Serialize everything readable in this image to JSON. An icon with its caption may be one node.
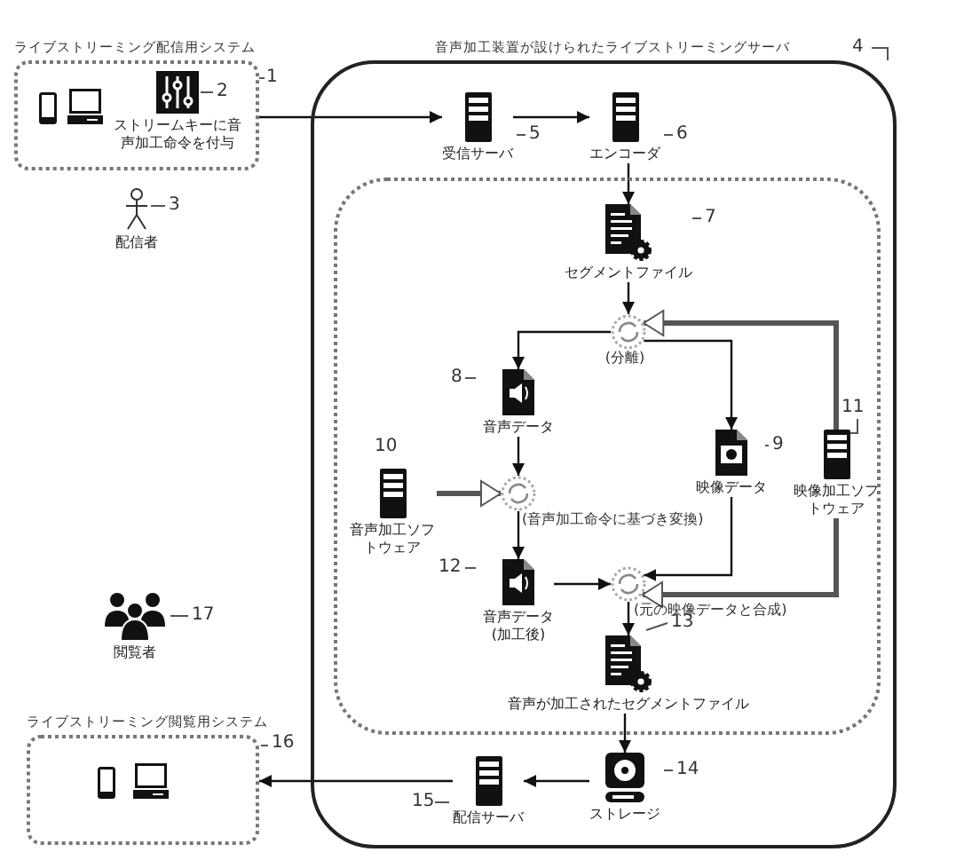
{
  "diagram": {
    "nodes": [
      {
        "text": [
          "ライブストリーミング配信用システム"
        ],
        "beside": [
          "1"
        ]
      },
      {
        "text": [
          "ストリームキーに音声加工命令を付与"
        ],
        "in": 0,
        "beside": [
          "2"
        ]
      },
      {
        "text": [
          "配信者"
        ],
        "beside": [
          "3"
        ]
      },
      {
        "text": [
          "音声加工装置が設けられたライブストリーミングサーバ"
        ],
        "beside": [
          "4"
        ]
      },
      {
        "text": [
          "受信サーバ"
        ],
        "in": 3,
        "beside": [
          "5"
        ]
      },
      {
        "text": [
          "エンコーダ"
        ],
        "in": 3,
        "beside": [
          "6"
        ]
      },
      {
        "text": [],
        "shape": "box",
        "in": 3
      },
      {
        "text": [
          "セグメントファイル"
        ],
        "in": 6,
        "beside": [
          "7"
        ]
      },
      {
        "text": [],
        "shape": "circle",
        "in": 6,
        "beside": [
          "(分離)"
        ]
      },
      {
        "text": [
          "音声データ"
        ],
        "in": 6,
        "beside": [
          "8"
        ]
      },
      {
        "text": [
          "映像データ"
        ],
        "in": 6,
        "beside": [
          "9"
        ]
      },
      {
        "text": [
          "映像加工ソフトウェア"
        ],
        "in": 6,
        "beside": [
          "11"
        ]
      },
      {
        "text": [
          "音声加工ソフトウェア"
        ],
        "in": 6,
        "beside": [
          "10"
        ]
      },
      {
        "text": [],
        "shape": "circle",
        "in": 6,
        "beside": [
          "(音声加工命令に基づき変換)"
        ]
      },
      {
        "text": [
          "音声データ",
          "(加工後)"
        ],
        "in": 6,
        "beside": [
          "12"
        ]
      },
      {
        "text": [],
        "shape": "circle",
        "in": 6,
        "beside": [
          "(元の映像データと合成)"
        ]
      },
      {
        "text": [
          "音声が加工されたセグメントファイル"
        ],
        "in": 6,
        "beside": [
          "13"
        ]
      },
      {
        "text": [
          "ストレージ"
        ],
        "in": 3,
        "beside": [
          "14"
        ]
      },
      {
        "text": [
          "配信サーバ"
        ],
        "in": 3,
        "beside": [
          "15"
        ]
      },
      {
        "text": [
          "ライブストリーミング閲覧用システム"
        ],
        "beside": [
          "16"
        ]
      },
      {
        "text": [
          "閲覧者"
        ],
        "beside": [
          "17"
        ]
      }
    ],
    "edges": [
      {
        "from": 0,
        "to": 4,
        "arrow": "to"
      },
      {
        "from": 4,
        "to": 5,
        "arrow": "to"
      },
      {
        "from": 5,
        "to": 7,
        "arrow": "to"
      },
      {
        "from": 7,
        "to": 8,
        "arrow": "to"
      },
      {
        "from": 8,
        "to": 9,
        "arrow": "to"
      },
      {
        "from": 8,
        "to": 10,
        "arrow": "to"
      },
      {
        "from": 11,
        "to": 8,
        "arrow": "to",
        "style": "thick"
      },
      {
        "from": 9,
        "to": 13,
        "arrow": "to"
      },
      {
        "from": 12,
        "to": 13,
        "arrow": "to",
        "style": "thick"
      },
      {
        "from": 13,
        "to": 14,
        "arrow": "to"
      },
      {
        "from": 14,
        "to": 15,
        "arrow": "to"
      },
      {
        "from": 10,
        "to": 15,
        "arrow": "to"
      },
      {
        "from": 11,
        "to": 15,
        "arrow": "to",
        "style": "thick"
      },
      {
        "from": 15,
        "to": 16,
        "arrow": "to"
      },
      {
        "from": 16,
        "to": 17,
        "arrow": "to"
      },
      {
        "from": 17,
        "to": 18,
        "arrow": "to"
      },
      {
        "from": 18,
        "to": 19,
        "arrow": "to"
      }
    ]
  }
}
